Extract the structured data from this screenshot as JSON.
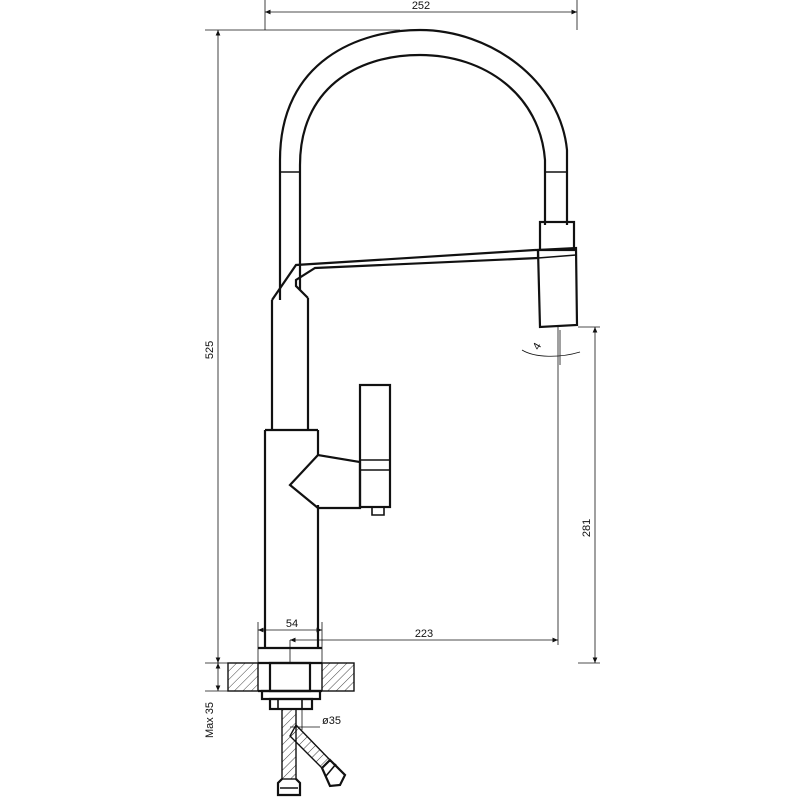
{
  "drawing": {
    "dimensions": {
      "overall_width": "252",
      "overall_height": "525",
      "spout_height": "281",
      "spout_reach": "223",
      "base_width": "54",
      "max_thickness": "Max 35",
      "thread_diameter": "ø35",
      "angle_mark": "4"
    },
    "colors": {
      "line": "#111111",
      "background": "#ffffff"
    }
  }
}
